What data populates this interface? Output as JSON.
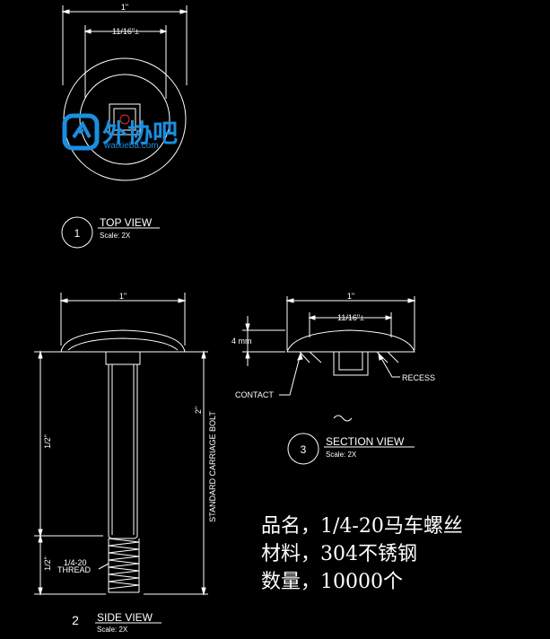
{
  "dimensions": {
    "one_inch": "1\"",
    "eleven_sixteenths": "11/16\"±",
    "four_mm": "4 mm",
    "one_half": "1/2\"",
    "two_inch": "2\"",
    "half_thread": "1/2\""
  },
  "views": {
    "top": {
      "number": "1",
      "title": "TOP VIEW",
      "scale": "Scale: 2X"
    },
    "side": {
      "number": "2",
      "title": "SIDE VIEW",
      "scale": "Scale: 2X"
    },
    "section": {
      "number": "3",
      "title": "SECTION VIEW",
      "scale": "Scale: 2X"
    }
  },
  "callouts": {
    "contact": "CONTACT",
    "recess": "RECESS",
    "thread_line1": "1/4-20",
    "thread_line2": "THREAD",
    "bolt_label": "STANDARD CARRIAGE BOLT",
    "tilde": "~"
  },
  "watermark": {
    "brand": "外协吧",
    "url": "waixieba.com",
    "color": "#1a8fe0"
  },
  "notes": [
    "品名，1/4-20马车螺丝",
    "材料，304不锈钢",
    "数量，10000个"
  ]
}
